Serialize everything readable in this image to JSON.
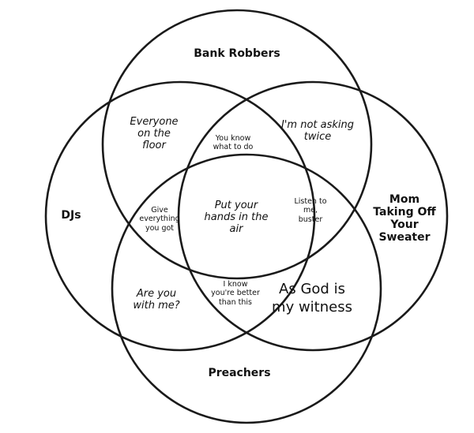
{
  "sets": {
    "bank_robbers": "Bank Robbers",
    "djs": "DJs",
    "mom_sweater": "Mom\nTaking Off\nYour\nSweater",
    "preachers": "Preachers"
  },
  "regions": {
    "djs_bank": "Everyone\non the\nfloor",
    "bank_only_center": "You know\nwhat to do",
    "bank_mom": "I'm not asking\ntwice",
    "djs_preachers_bank": "Give\neverything\nyou got",
    "center": "Put your\nhands in the\nair",
    "bank_mom_preachers": "Listen to\nme,\nbuster",
    "djs_preachers": "Are you\nwith me?",
    "preachers_mom_djs": "I know\nyou're better\nthan this",
    "preachers_mom": "As God is\nmy witness"
  }
}
